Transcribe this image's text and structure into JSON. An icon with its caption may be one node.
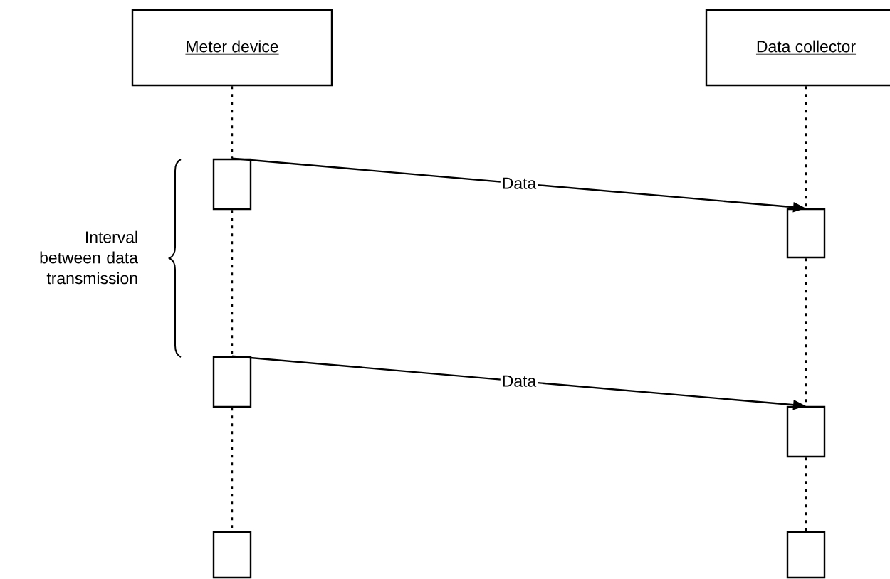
{
  "diagram": {
    "nodes": [
      {
        "text": [
          "Meter device"
        ]
      },
      {
        "text": [
          "Data collector"
        ]
      },
      {
        "text": [],
        "shape": "box"
      },
      {
        "text": [],
        "shape": "box"
      },
      {
        "text": [],
        "shape": "box"
      },
      {
        "text": [],
        "shape": "box"
      },
      {
        "text": [],
        "shape": "box"
      },
      {
        "text": [],
        "shape": "box"
      }
    ],
    "edges": [
      {
        "from": 0,
        "to": 2,
        "arrow": "none",
        "style": "dashed"
      },
      {
        "from": 2,
        "to": 4,
        "arrow": "none",
        "style": "dashed"
      },
      {
        "from": 4,
        "to": 6,
        "arrow": "none",
        "style": "dashed"
      },
      {
        "from": 1,
        "to": 3,
        "arrow": "none",
        "style": "dashed"
      },
      {
        "from": 3,
        "to": 5,
        "arrow": "none",
        "style": "dashed"
      },
      {
        "from": 5,
        "to": 7,
        "arrow": "none",
        "style": "dashed"
      },
      {
        "from": 2,
        "to": 3,
        "arrow": "to",
        "label": "Data"
      },
      {
        "from": 4,
        "to": 5,
        "arrow": "to",
        "label": "Data"
      }
    ],
    "labels": [
      "Interval between data transmission"
    ]
  }
}
